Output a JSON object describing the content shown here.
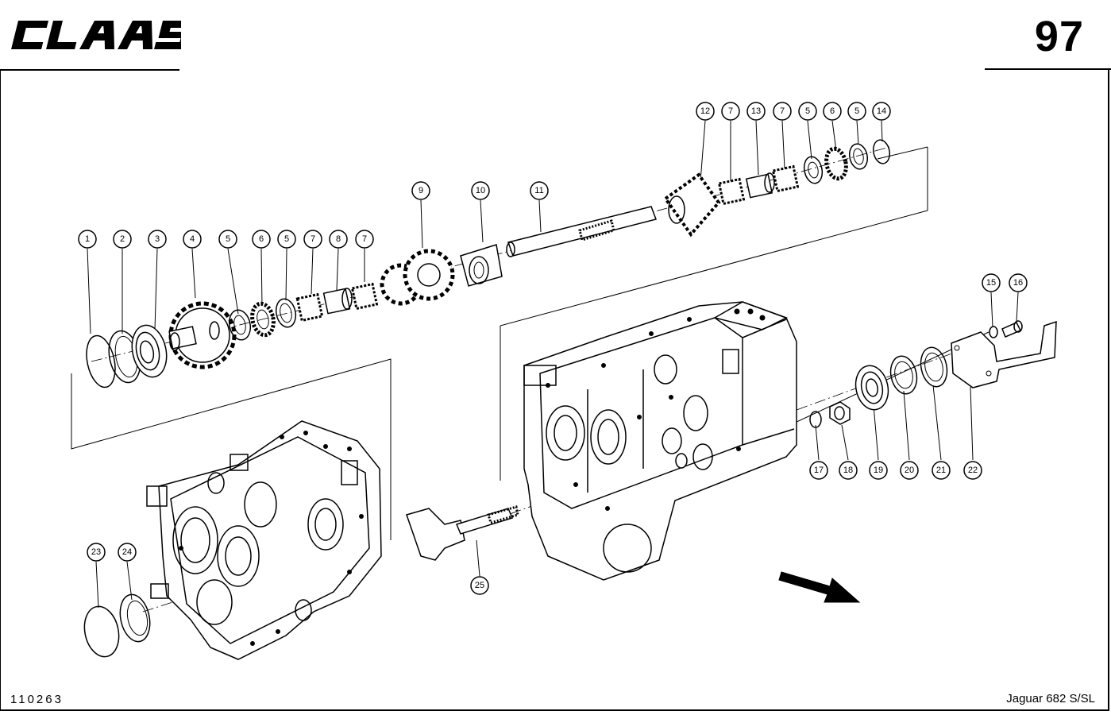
{
  "header": {
    "brand_logo": "CLAAS",
    "page_number": "97"
  },
  "footer": {
    "drawing_number": "110263",
    "model": "Jaguar 682 S/SL"
  },
  "callouts": {
    "c1": "1",
    "c2": "2",
    "c3": "3",
    "c4": "4",
    "c5a": "5",
    "c6a": "6",
    "c5b": "5",
    "c7a": "7",
    "c8": "8",
    "c7b": "7",
    "c9": "9",
    "c10": "10",
    "c11": "11",
    "c12": "12",
    "c7c": "7",
    "c13": "13",
    "c7d": "7",
    "c5c": "5",
    "c6b": "6",
    "c5d": "5",
    "c14": "14",
    "c15": "15",
    "c16": "16",
    "c17": "17",
    "c18": "18",
    "c19": "19",
    "c20": "20",
    "c21": "21",
    "c22": "22",
    "c23": "23",
    "c24": "24",
    "c25": "25"
  }
}
